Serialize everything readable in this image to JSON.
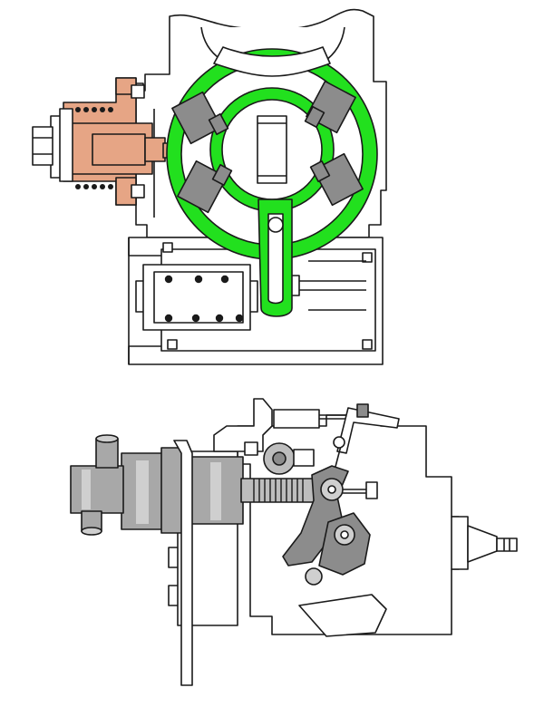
{
  "figure": {
    "description_hidden": "",
    "colors": {
      "background": "#ffffff",
      "outline": "#1a1a1a",
      "cam_ring": "#22e01e",
      "roller": "#8c8c8c",
      "piston": "#e6a585",
      "pump_body": "#a8a8a8",
      "pump_body_light": "#cfcfcf",
      "pump_body_dark": "#6e6e6e"
    },
    "panels": [
      {
        "id": "top",
        "name": "cross-section-view"
      },
      {
        "id": "bottom",
        "name": "side-view"
      }
    ]
  }
}
